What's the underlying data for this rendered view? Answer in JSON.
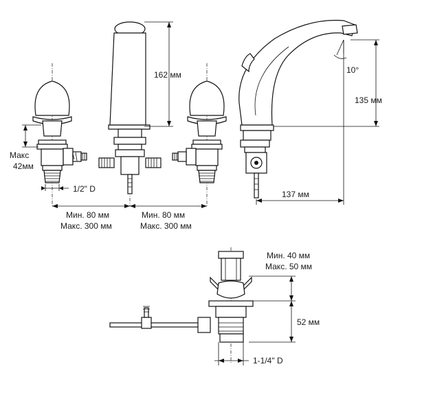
{
  "labels": {
    "spout_height": "162 мм",
    "spout_rise": "135 мм",
    "angle": "10°",
    "spout_reach": "137 мм",
    "max_label": "Макс",
    "max_value": "42мм",
    "thread": "1/2\" D",
    "spacing_left_min": "Мин. 80 мм",
    "spacing_left_max": "Макс. 300 мм",
    "spacing_right_min": "Мин. 80 мм",
    "spacing_right_max": "Макс. 300 мм",
    "waste_min": "Мин. 40 мм",
    "waste_max": "Макс. 50 мм",
    "waste_height": "52 мм",
    "waste_thread": "1-1/4\" D"
  }
}
